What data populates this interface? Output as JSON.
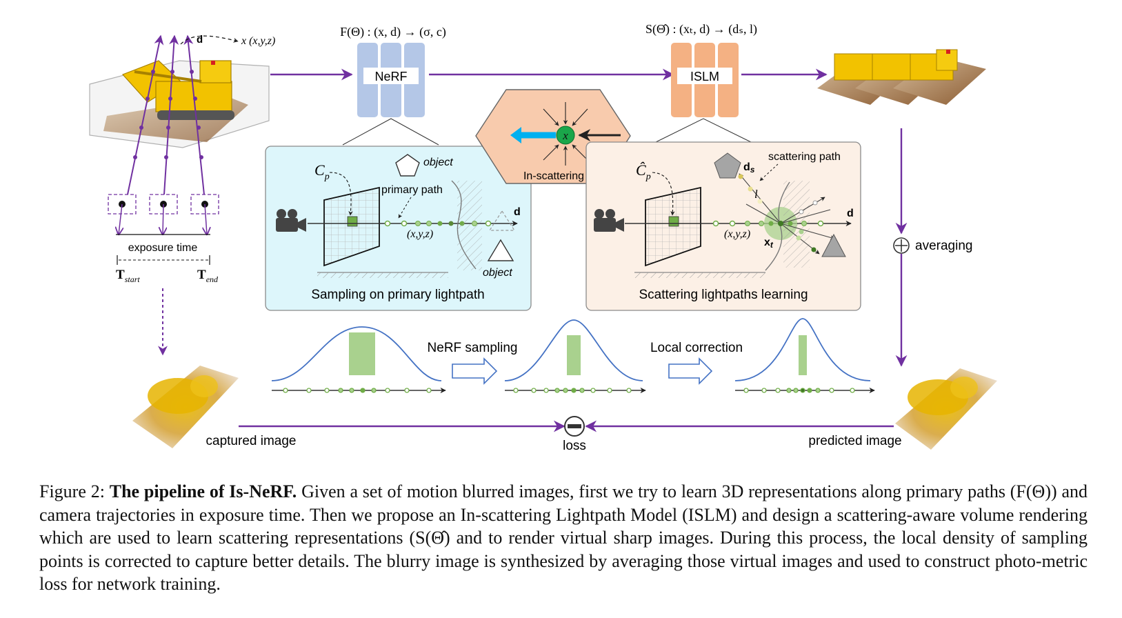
{
  "figure": {
    "nerf": {
      "label": "NeRF",
      "formula": "F(Θ) : (x, d) → (σ, c)"
    },
    "islm": {
      "label": "ISLM",
      "formula": "S(Θ̂) : (xₜ, d) → (dₛ, l)"
    },
    "in_scattering": {
      "label": "In-scattering",
      "center_symbol": "x"
    },
    "scene": {
      "direction_label": "d",
      "point_label": "x (x,y,z)",
      "exposure_label": "exposure time",
      "t_start": "T",
      "t_start_sub": "start",
      "t_end": "T",
      "t_end_sub": "end"
    },
    "primary_panel": {
      "title": "Sampling on primary lightpath",
      "cp_label": "C",
      "cp_sub": "p",
      "object_top": "object",
      "object_bottom": "object",
      "primary_path": "primary path",
      "xyz": "(x,y,z)",
      "d": "d"
    },
    "scatter_panel": {
      "title": "Scattering lightpaths learning",
      "cp_label": "Ĉ",
      "cp_sub": "p",
      "scattering_path": "scattering path",
      "ds": "d",
      "ds_sub": "s",
      "l": "l",
      "xyz": "(x,y,z)",
      "xt": "x",
      "xt_sub": "t",
      "d": "d"
    },
    "averaging": {
      "label": "averaging"
    },
    "sampling": {
      "step1": "NeRF sampling",
      "step2": "Local correction"
    },
    "bottom": {
      "captured": "captured image",
      "predicted": "predicted image",
      "loss": "loss"
    },
    "colors": {
      "purple": "#7030A0",
      "nerf_fill": "#B4C7E7",
      "islm_fill": "#F4B183",
      "hex_fill": "#F8CBAD",
      "primary_bg": "#DDF6FB",
      "scatter_bg": "#FCF0E6",
      "green": "#70AD47",
      "light_green": "#A9D18E",
      "curve_blue": "#4472C4",
      "arrow_cyan": "#00B0F0"
    }
  },
  "caption": {
    "prefix": "Figure 2: ",
    "bold": "The pipeline of Is-NeRF.",
    "body": " Given a set of motion blurred images, first we try to learn 3D representations along primary paths (F(Θ)) and camera trajectories in exposure time. Then we propose an In-scattering Lightpath Model (ISLM) and design a scattering-aware volume rendering which are used to learn scattering representations (S(Θ̂) and to render virtual sharp images. During this process, the local density of sampling points is corrected to capture better details. The blurry image is synthesized by averaging those virtual images and used to construct photo-metric loss for network training."
  }
}
